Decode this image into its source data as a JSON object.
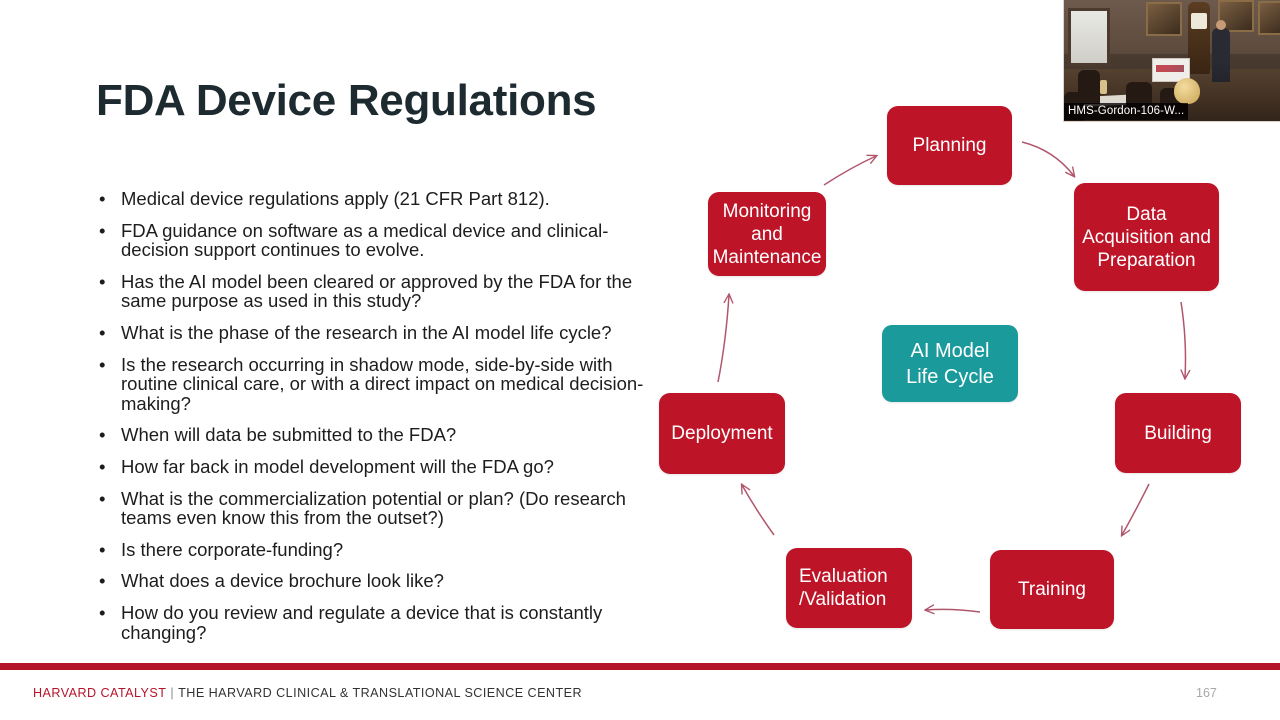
{
  "slide": {
    "title": "FDA Device Regulations",
    "number": "167"
  },
  "bullets": [
    "Medical device regulations apply (21 CFR Part 812).",
    "FDA guidance on software as a medical device and clinical-decision support continues to evolve.",
    "Has the AI model been cleared or approved by the FDA for the same purpose as used in this study?",
    "What is the phase of the research in the AI model life cycle?",
    "Is the research occurring in shadow mode, side-by-side with routine clinical care, or with a direct impact on medical decision-making?",
    "When will data be submitted to the FDA?",
    "How far back in model development will the FDA go?",
    "What is the commercialization potential or plan? (Do research teams even know this from the outset?)",
    "Is there corporate-funding?",
    "What does a device brochure look like?",
    "How do you review and regulate a device that is constantly changing?"
  ],
  "bullet_marker": "•",
  "diagram": {
    "center_label": "AI Model\nLife Cycle",
    "center_line_1": "AI Model",
    "center_line_2": "Life Cycle",
    "nodes": [
      {
        "id": "planning",
        "label": "Planning"
      },
      {
        "id": "data",
        "label": "Data Acquisition and Preparation"
      },
      {
        "id": "building",
        "label": "Building"
      },
      {
        "id": "training",
        "label": "Training"
      },
      {
        "id": "evaluation",
        "label": "Evaluation /Validation"
      },
      {
        "id": "deployment",
        "label": "Deployment"
      },
      {
        "id": "monitoring",
        "label": "Monitoring and Maintenance"
      }
    ],
    "colors": {
      "node": "#be1428",
      "center": "#1a9a9b",
      "arrow": "#b0566b",
      "node_text": "#ffffff"
    }
  },
  "video": {
    "caption": "HMS-Gordon-106-W..."
  },
  "footer": {
    "brand": "HARVARD CATALYST",
    "separator": "|",
    "subtitle": "THE HARVARD CLINICAL & TRANSLATIONAL SCIENCE CENTER",
    "rule_color": "#b5152b",
    "brand_color": "#b5152b"
  }
}
